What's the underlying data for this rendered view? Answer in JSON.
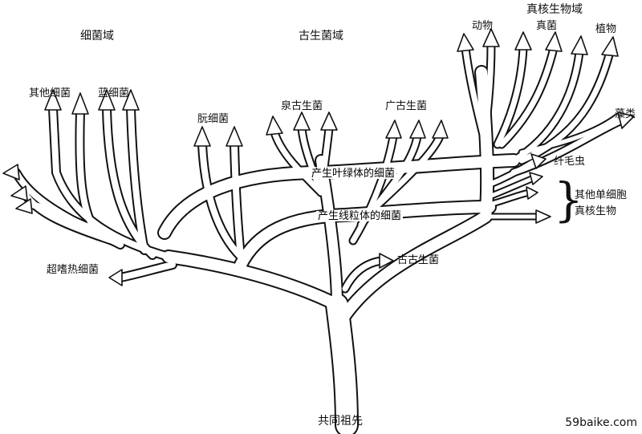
{
  "domains": {
    "bacteria": "细菌域",
    "archaea": "古生菌域",
    "eukarya": "真核生物域"
  },
  "groups": {
    "other_bacteria": "其他细菌",
    "cyanobacteria": "蓝细菌",
    "proteobacteria": "朊细菌",
    "crenarchaeota": "泉古生菌",
    "euryarchaeota": "广古生菌",
    "ancient_archaea": "古古生菌",
    "hyperthermophiles": "超嗜热细菌",
    "animals": "动物",
    "fungi": "真菌",
    "plants": "植物",
    "algae": "藻类",
    "ciliates": "纤毛虫",
    "other_unicellular_line1": "其他单细胞",
    "other_unicellular_line2": "真核生物"
  },
  "bands": {
    "chloroplast": "产生叶绿体的细菌",
    "mitochondria": "产生线粒体的细菌"
  },
  "root": "共同祖先",
  "watermark": "59baike.com"
}
